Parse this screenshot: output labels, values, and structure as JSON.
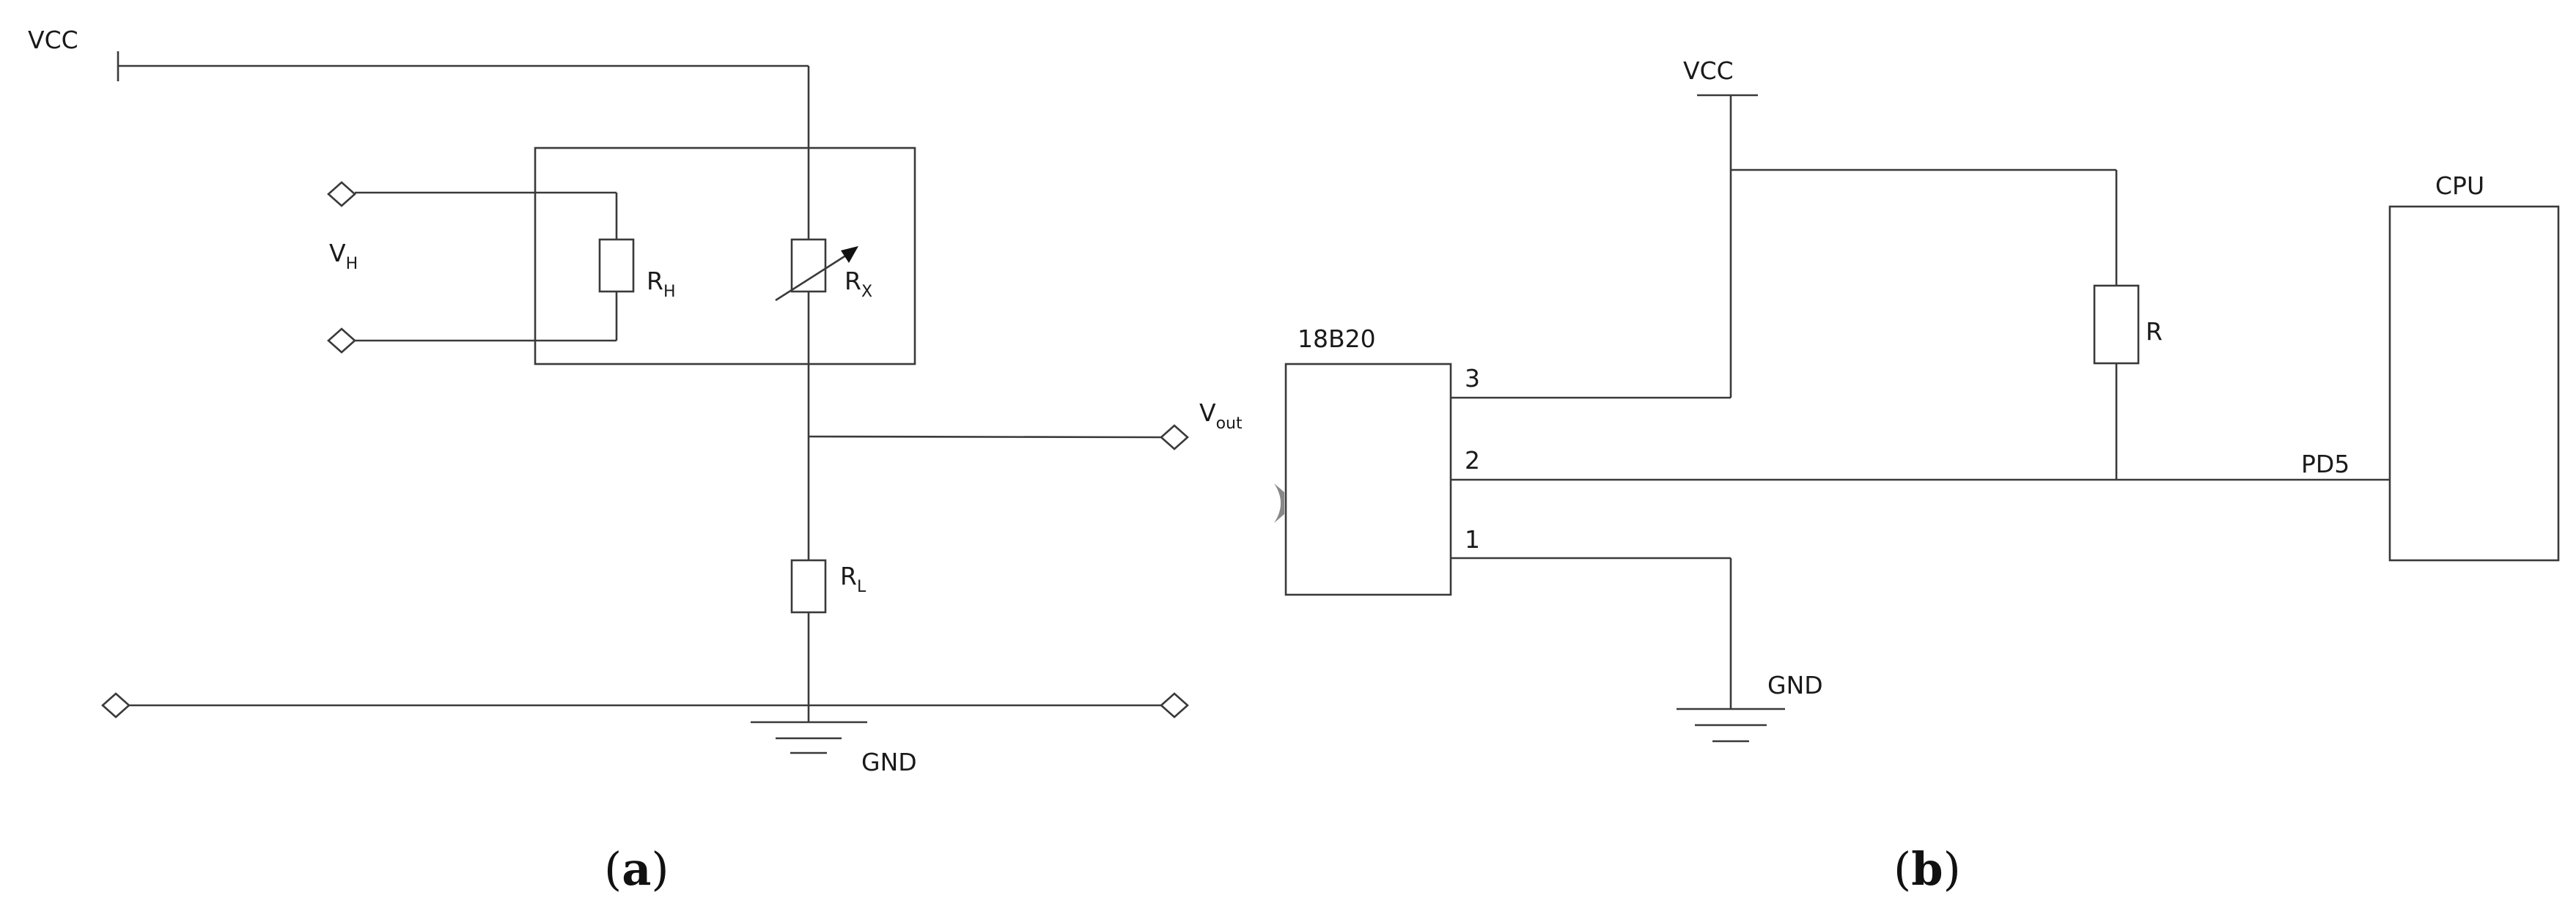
{
  "circuit_a": {
    "vcc": "VCC",
    "vh": {
      "main": "V",
      "sub": "H"
    },
    "rh": {
      "main": "R",
      "sub": "H"
    },
    "rx": {
      "main": "R",
      "sub": "X"
    },
    "vout": {
      "main": "V",
      "sub": "out"
    },
    "rl": {
      "main": "R",
      "sub": "L"
    },
    "gnd": "GND",
    "caption_open": "(",
    "caption_letter": "a",
    "caption_close": ")"
  },
  "circuit_b": {
    "vcc": "VCC",
    "sensor": "18B20",
    "pin3": "3",
    "pin2": "2",
    "pin1": "1",
    "resistor": "R",
    "cpu": "CPU",
    "pd5": "PD5",
    "gnd": "GND",
    "caption_open": "(",
    "caption_letter": "b",
    "caption_close": ")"
  }
}
